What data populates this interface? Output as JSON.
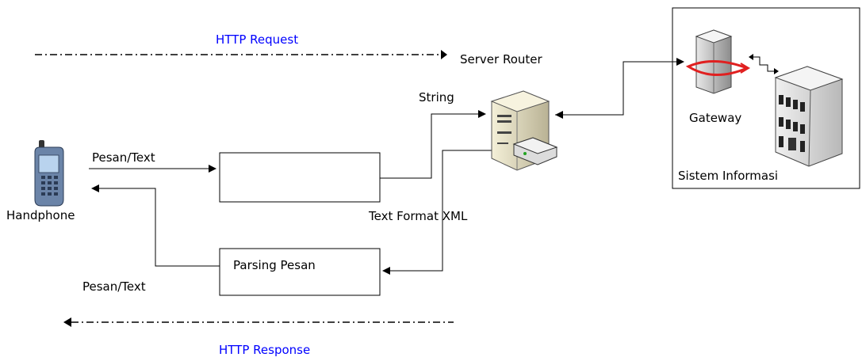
{
  "labels": {
    "http_request": "HTTP Request",
    "http_response": "HTTP Response",
    "server_router": "Server Router",
    "string": "String",
    "text_format_xml": "Text Format XML",
    "pesan_text_in": "Pesan/Text",
    "pesan_text_out": "Pesan/Text",
    "handphone": "Handphone",
    "parsing_pesan": "Parsing  Pesan",
    "gateway": "Gateway",
    "sistem_informasi": "Sistem Informasi"
  },
  "colors": {
    "http_label": "#0000ff",
    "line": "#000000",
    "gateway_ring": "#e02020"
  },
  "icons": {
    "phone": "handphone-icon",
    "server": "server-router-icon",
    "gateway": "gateway-server-icon",
    "building": "building-icon"
  }
}
